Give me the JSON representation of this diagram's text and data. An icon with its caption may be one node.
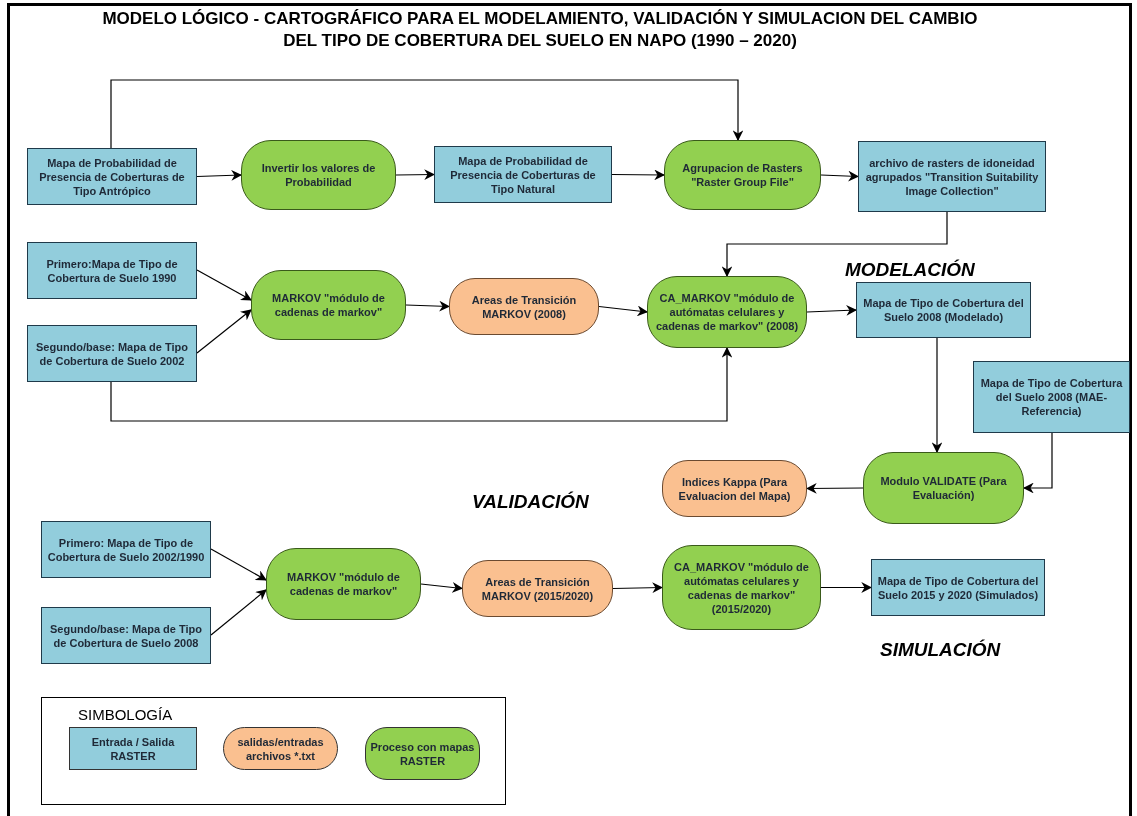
{
  "diagram": {
    "title": "MODELO LÓGICO - CARTOGRÁFICO PARA EL MODELAMIENTO, VALIDACIÓN Y SIMULACION DEL CAMBIO DEL TIPO DE COBERTURA DEL SUELO EN NAPO (1990 – 2020)",
    "nodes": [
      {
        "text": [
          "Mapa de Probabilidad de Presencia de Coberturas de Tipo Antrópico"
        ]
      },
      {
        "text": [
          "Invertir los valores de Probabilidad"
        ]
      },
      {
        "text": [
          "Mapa de Probabilidad de Presencia de Coberturas de Tipo Natural"
        ]
      },
      {
        "text": [
          "Agrupacion de Rasters \"Raster Group File\""
        ]
      },
      {
        "text": [
          "archivo de rasters de idoneidad agrupados \"Transition Suitability Image Collection\""
        ]
      },
      {
        "text": [
          "Primero:Mapa de Tipo de Cobertura de Suelo 1990"
        ]
      },
      {
        "text": [
          "Segundo/base: Mapa de Tipo de Cobertura de Suelo 2002"
        ]
      },
      {
        "text": [
          "MARKOV \"módulo de cadenas de markov\""
        ]
      },
      {
        "text": [
          "Areas de Transición MARKOV (2008)"
        ]
      },
      {
        "text": [
          "CA_MARKOV \"módulo de autómatas celulares y cadenas de markov\" (2008)"
        ]
      },
      {
        "text": [
          "Mapa de Tipo de Cobertura del Suelo 2008 (Modelado)"
        ]
      },
      {
        "text": [
          "Mapa de Tipo de Cobertura del Suelo 2008 (MAE-Referencia)"
        ]
      },
      {
        "text": [
          "Indices Kappa (Para Evaluacion del Mapa)"
        ]
      },
      {
        "text": [
          "Modulo VALIDATE (Para Evaluación)"
        ]
      },
      {
        "text": [
          "Primero: Mapa de Tipo de Cobertura de Suelo 2002/1990"
        ]
      },
      {
        "text": [
          "Segundo/base: Mapa de Tipo de Cobertura de Suelo 2008"
        ]
      },
      {
        "text": [
          "MARKOV \"módulo de cadenas de markov\""
        ]
      },
      {
        "text": [
          "Areas de Transición MARKOV (2015/2020)"
        ]
      },
      {
        "text": [
          "CA_MARKOV \"módulo de autómatas celulares y cadenas de markov\" (2015/2020)"
        ]
      },
      {
        "text": [
          "Mapa de Tipo de Cobertura del Suelo 2015 y 2020 (Simulados)"
        ]
      }
    ],
    "edges": [
      {
        "from": 0,
        "to": 1,
        "arrow": "to"
      },
      {
        "from": 1,
        "to": 2,
        "arrow": "to"
      },
      {
        "from": 2,
        "to": 3,
        "arrow": "to"
      },
      {
        "from": 0,
        "to": 3,
        "arrow": "to"
      },
      {
        "from": 3,
        "to": 4,
        "arrow": "to"
      },
      {
        "from": 4,
        "to": 9,
        "arrow": "to"
      },
      {
        "from": 5,
        "to": 7,
        "arrow": "to"
      },
      {
        "from": 6,
        "to": 7,
        "arrow": "to"
      },
      {
        "from": 7,
        "to": 8,
        "arrow": "to"
      },
      {
        "from": 8,
        "to": 9,
        "arrow": "to"
      },
      {
        "from": 6,
        "to": 9,
        "arrow": "to"
      },
      {
        "from": 9,
        "to": 10,
        "arrow": "to"
      },
      {
        "from": 10,
        "to": 13,
        "arrow": "to"
      },
      {
        "from": 11,
        "to": 13,
        "arrow": "to"
      },
      {
        "from": 13,
        "to": 12,
        "arrow": "to"
      },
      {
        "from": 14,
        "to": 16,
        "arrow": "to"
      },
      {
        "from": 15,
        "to": 16,
        "arrow": "to"
      },
      {
        "from": 16,
        "to": 17,
        "arrow": "to"
      },
      {
        "from": 17,
        "to": 18,
        "arrow": "to"
      },
      {
        "from": 18,
        "to": 19,
        "arrow": "to"
      }
    ],
    "labels": [
      "MODELACIÓN",
      "VALIDACIÓN",
      "SIMULACIÓN",
      "SIMBOLOGÍA"
    ],
    "legend": [
      {
        "text": "Entrada / Salida RASTER",
        "color": "#92cddc"
      },
      {
        "text": "salidas/entradas archivos *.txt",
        "color": "#fac090"
      },
      {
        "text": "Proceso con mapas RASTER",
        "color": "#92d050"
      }
    ]
  }
}
